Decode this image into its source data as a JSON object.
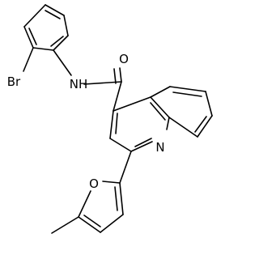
{
  "molecule": {
    "atom_labels": {
      "bromine": "Br",
      "amide_nitrogen": "NH",
      "carbonyl_oxygen": "O",
      "quinoline_nitrogen": "N",
      "furan_oxygen": "O"
    }
  }
}
